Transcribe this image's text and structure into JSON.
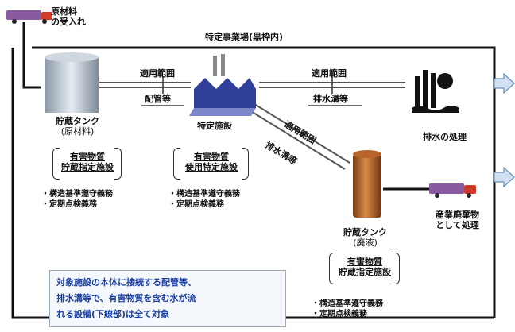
{
  "truck_receive": [
    "原材料",
    "の受入れ"
  ],
  "site_label": "特定事業場(黒枠内)",
  "scope_top_left": "適用範囲",
  "pipe_label": "配管等",
  "scope_top_right": "適用範囲",
  "drain_top": "排水溝等",
  "scope_diag": "適用範囲",
  "drain_diag": "排水溝等",
  "tank_raw": [
    "貯蔵タンク",
    "(原材料)"
  ],
  "facility": "特定施設",
  "wastewater": "排水の処理",
  "industrial_waste": [
    "産業廃棄物",
    "として処理"
  ],
  "tank_waste": [
    "貯蔵タンク",
    "(廃液)"
  ],
  "box1": [
    "有害物質",
    "貯蔵指定施設"
  ],
  "box2": [
    "有害物質",
    "使用特定施設"
  ],
  "box3": [
    "有害物質",
    "貯蔵指定施設"
  ],
  "duties1": [
    "・構造基準遵守義務",
    "・定期点検義務"
  ],
  "duties2": [
    "・構造基準遵守義務",
    "・定期点検義務"
  ],
  "duties3": [
    "・構造基準遵守義務",
    "・定期点検義務"
  ],
  "note": [
    "対象施設の本体に接続する配管等、",
    "排水溝等で、有害物質を含む水が流",
    "れる設備(下線部)は全て対象"
  ]
}
